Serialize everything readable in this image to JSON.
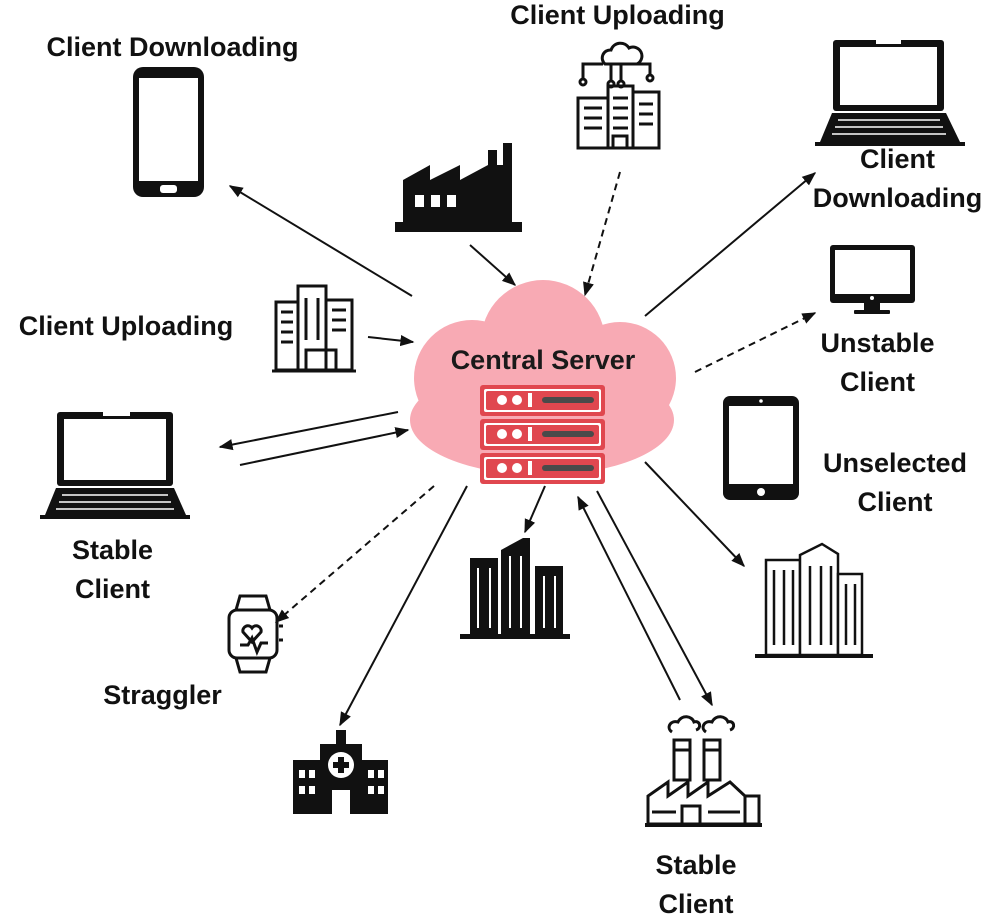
{
  "server": {
    "label": "Central Server",
    "cloud_color": "#f8aab4",
    "rack_color": "#e0474f"
  },
  "labels": {
    "client_uploading_top": "Client Uploading",
    "client_downloading_top_left": "Client Downloading",
    "client_downloading_right": [
      "Client",
      "Downloading"
    ],
    "client_uploading_left": "Client Uploading",
    "unstable_client": [
      "Unstable",
      "Client"
    ],
    "unselected_client": [
      "Unselected",
      "Client"
    ],
    "stable_client_left": [
      "Stable",
      "Client"
    ],
    "straggler": "Straggler",
    "stable_client_bottom": [
      "Stable",
      "Client"
    ]
  },
  "icons": [
    "smartphone-icon",
    "factory-icon",
    "cloud-building-icon",
    "laptop-icon",
    "office-buildings-icon",
    "monitor-icon",
    "tablet-icon",
    "smartwatch-icon",
    "skyscrapers-icon",
    "hospital-icon",
    "industrial-plant-icon"
  ],
  "connection_styles": {
    "solid": "participating",
    "dashed": "unstable / straggling"
  }
}
